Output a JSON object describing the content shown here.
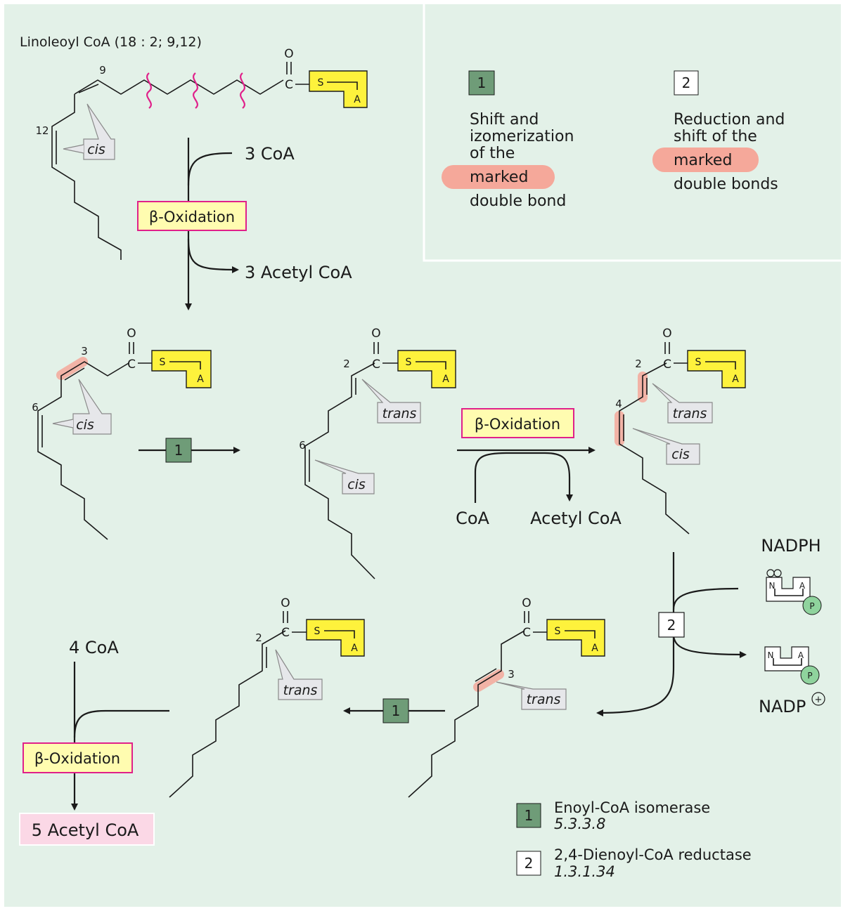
{
  "legend": {
    "badge1": "1",
    "badge2": "2",
    "step1_line1": "Shift and",
    "step1_line2": "izomerization",
    "step1_line3": "of the",
    "step1_marked": "marked",
    "step1_line5": "double bond",
    "step2_line1": "Reduction and",
    "step2_line2": "shift of the",
    "step2_marked": "marked",
    "step2_line4": "double bonds"
  },
  "top": {
    "title": "Linoleoyl CoA (18 : 2; 9,12)",
    "num9": "9",
    "num12": "12",
    "cis": "cis",
    "co_o": "O",
    "co_c": "C",
    "coa_s": "S",
    "coa_a": "A",
    "input": "3 CoA",
    "process": "β-Oxidation",
    "output": "3 Acetyl CoA"
  },
  "mol_a": {
    "num3": "3",
    "num6": "6",
    "cis": "cis",
    "o": "O",
    "c": "C",
    "s": "S",
    "a": "A"
  },
  "mol_b": {
    "num2": "2",
    "num6": "6",
    "trans": "trans",
    "cis": "cis",
    "o": "O",
    "c": "C",
    "s": "S",
    "a": "A"
  },
  "mol_c": {
    "num2": "2",
    "num4": "4",
    "trans": "trans",
    "cis": "cis",
    "o": "O",
    "c": "C",
    "s": "S",
    "a": "A"
  },
  "mol_d": {
    "num3": "3",
    "trans": "trans",
    "o": "O",
    "c": "C",
    "s": "S",
    "a": "A"
  },
  "mol_e": {
    "num2": "2",
    "trans": "trans",
    "o": "O",
    "c": "C",
    "s": "S",
    "a": "A"
  },
  "step_a_badge": "1",
  "step_d_badge": "1",
  "middle": {
    "process": "β-Oxidation",
    "input": "CoA",
    "output": "Acetyl CoA"
  },
  "reductase": {
    "badge": "2",
    "input": "NADPH",
    "output": "NADP",
    "plus": "+",
    "in_n": "N",
    "in_a": "A",
    "in_p": "P",
    "out_n": "N",
    "out_a": "A",
    "out_p": "P"
  },
  "bottom": {
    "input": "4 CoA",
    "process": "β-Oxidation",
    "output": "5 Acetyl CoA"
  },
  "enzymes": [
    {
      "badge": "1",
      "name": "Enoyl-CoA isomerase",
      "ec": "5.3.3.8"
    },
    {
      "badge": "2",
      "name": "2,4-Dienoyl-CoA reductase",
      "ec": "1.3.1.34"
    }
  ],
  "colors": {
    "background": "#e3f1e8",
    "coa_yellow": "#fef23c",
    "process_box_fill": "#fffcb0",
    "process_box_border": "#e0208a",
    "badge1_fill": "#6f9c78",
    "highlight": "#f5a89a",
    "callout_fill": "#e6e7ea",
    "acetyl_box": "#fbd8e6",
    "phosphate": "#8fd39d"
  }
}
